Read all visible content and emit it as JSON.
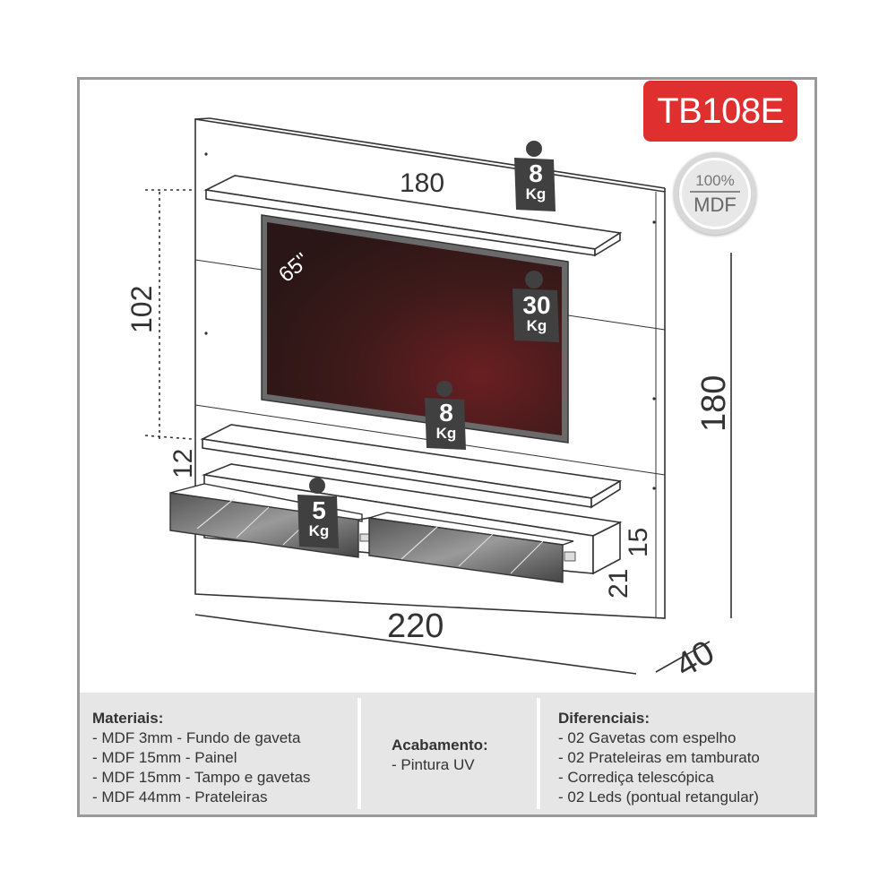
{
  "product_code": "TB108E",
  "seal": {
    "percent": "100%",
    "material": "MDF"
  },
  "dimensions": {
    "shelf_width": "180",
    "tv_height_gap": "102",
    "panel_height": "180",
    "shelf_gap": "12",
    "drawer_height": "15",
    "drawer_bottom": "21",
    "total_width": "220",
    "depth": "40"
  },
  "tv_size": "65\"",
  "weights": [
    {
      "value": "8",
      "unit": "Kg"
    },
    {
      "value": "30",
      "unit": "Kg"
    },
    {
      "value": "8",
      "unit": "Kg"
    },
    {
      "value": "5",
      "unit": "Kg"
    }
  ],
  "colors": {
    "badge": "#e02f2f",
    "tv_screen": "#4a1a1a",
    "panel_line": "#555555",
    "spec_bg": "#e6e6e6"
  },
  "specs": {
    "materials": {
      "title": "Materiais:",
      "items": [
        "- MDF 3mm - Fundo de gaveta",
        "- MDF 15mm - Painel",
        "- MDF 15mm - Tampo e gavetas",
        "- MDF 44mm - Prateleiras"
      ]
    },
    "finish": {
      "title": "Acabamento:",
      "items": [
        "- Pintura UV"
      ]
    },
    "features": {
      "title": "Diferenciais:",
      "items": [
        "- 02 Gavetas com espelho",
        "- 02 Prateleiras em tamburato",
        "- Corrediça telescópica",
        "- 02 Leds (pontual retangular)"
      ]
    }
  }
}
